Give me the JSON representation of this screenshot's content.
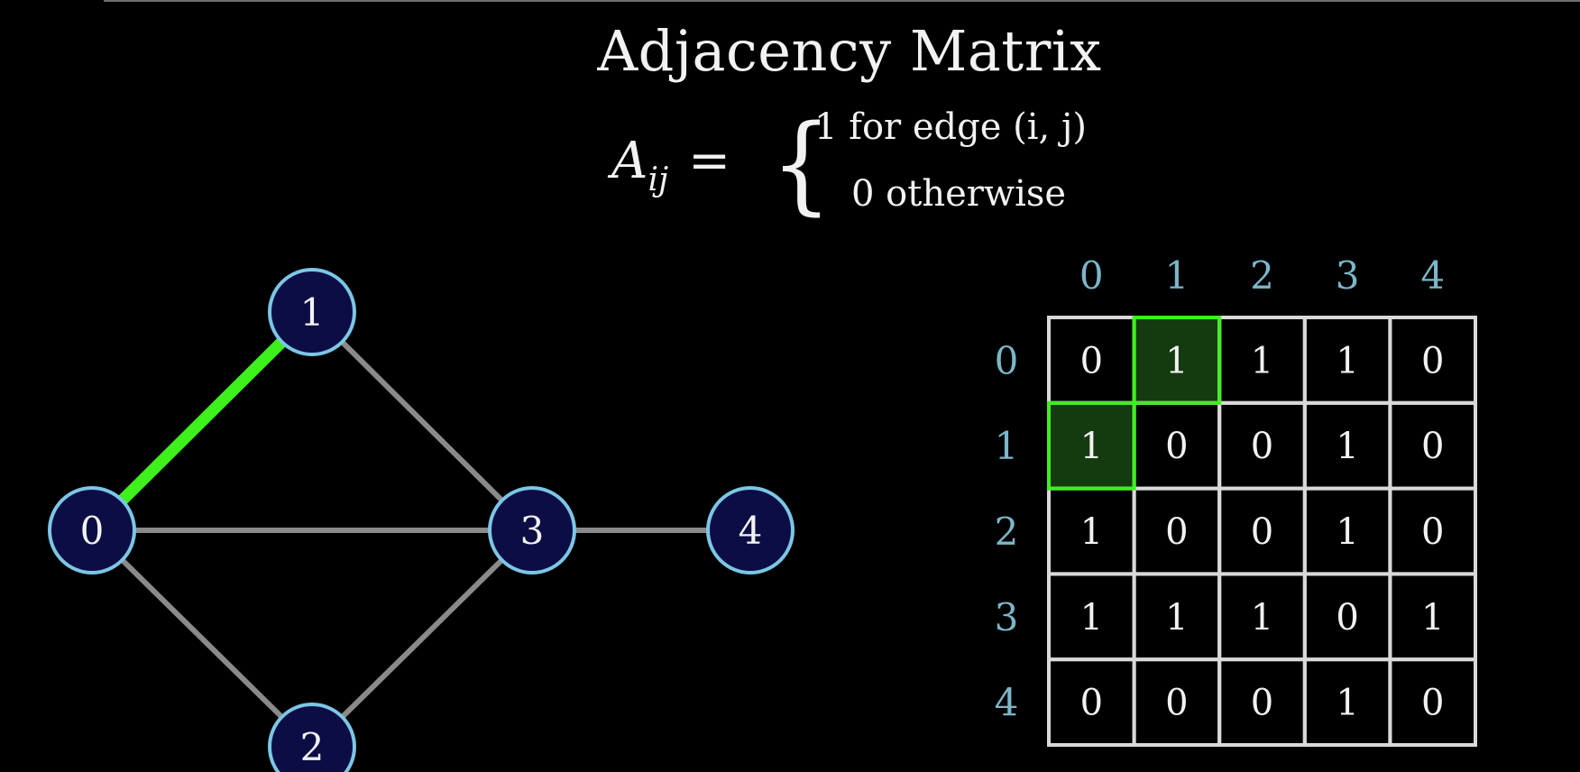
{
  "title": "Adjacency Matrix",
  "formula": {
    "lhs_base": "A",
    "lhs_sub": "ij",
    "equals": "=",
    "brace": "{",
    "case_edge": "1 for edge (i, j)",
    "case_otherwise": "0 otherwise"
  },
  "graph": {
    "nodes": [
      "0",
      "1",
      "2",
      "3",
      "4"
    ],
    "edges": [
      [
        "0",
        "1"
      ],
      [
        "0",
        "3"
      ],
      [
        "0",
        "2"
      ],
      [
        "1",
        "3"
      ],
      [
        "2",
        "3"
      ],
      [
        "3",
        "4"
      ]
    ],
    "highlighted_edge": [
      "0",
      "1"
    ]
  },
  "matrix": {
    "row_labels": [
      "0",
      "1",
      "2",
      "3",
      "4"
    ],
    "col_labels": [
      "0",
      "1",
      "2",
      "3",
      "4"
    ],
    "rows": [
      [
        "0",
        "1",
        "1",
        "1",
        "0"
      ],
      [
        "1",
        "0",
        "0",
        "1",
        "0"
      ],
      [
        "1",
        "0",
        "0",
        "1",
        "0"
      ],
      [
        "1",
        "1",
        "1",
        "0",
        "1"
      ],
      [
        "0",
        "0",
        "0",
        "1",
        "0"
      ]
    ],
    "highlighted_cells": [
      [
        0,
        1
      ],
      [
        1,
        0
      ]
    ]
  },
  "colors": {
    "background": "#000000",
    "node_fill": "#0d0d45",
    "node_stroke": "#7cc6e6",
    "edge": "#8a8a8a",
    "highlight": "#3ef01c",
    "highlight_fill": "#143a10",
    "grid": "#d9d9d9",
    "axis_label": "#7cb6c9"
  }
}
